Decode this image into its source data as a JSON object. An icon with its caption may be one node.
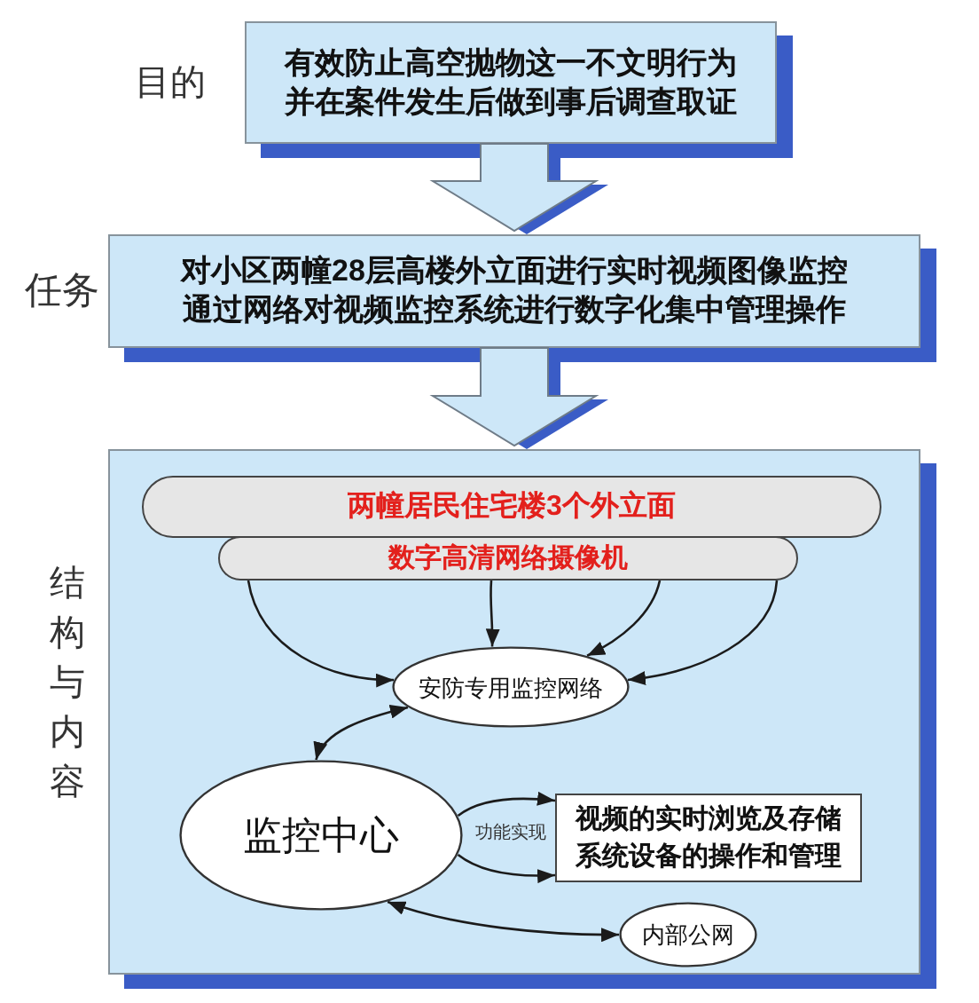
{
  "diagram": {
    "nodes": [
      {
        "text": [
          "目的",
          "有效防止高空抛物这一不文明行为并在案件发生后做到事后调查取证"
        ]
      },
      {
        "text": [
          "任务",
          "对小区两幢28层高楼外立面进行实时视频图像监控通过网络对视频监控系统进行数字化集中管理操作"
        ]
      },
      {
        "text": [
          "结构与内容"
        ]
      },
      {
        "text": [
          "两幢居民住宅楼3个外立面"
        ],
        "in": 2
      },
      {
        "text": [
          "数字高清网络摄像机"
        ],
        "in": 2
      },
      {
        "text": [
          "安防专用监控网络"
        ],
        "in": 2
      },
      {
        "text": [
          "监控中心"
        ],
        "in": 2
      },
      {
        "text": [
          "视频的实时浏览及存储系统设备的操作和管理"
        ],
        "in": 2
      },
      {
        "text": [
          "内部公网"
        ],
        "in": 2
      }
    ],
    "edges": [
      {
        "from": 0,
        "to": 1,
        "arrow": "to",
        "style": "thick"
      },
      {
        "from": 1,
        "to": 2,
        "arrow": "to",
        "style": "thick"
      },
      {
        "from": 4,
        "to": 5,
        "arrow": "to"
      },
      {
        "from": 4,
        "to": 5,
        "arrow": "to"
      },
      {
        "from": 4,
        "to": 5,
        "arrow": "to"
      },
      {
        "from": 4,
        "to": 5,
        "arrow": "to"
      },
      {
        "from": 5,
        "to": 6,
        "arrow": "both"
      },
      {
        "from": 6,
        "to": 7,
        "arrow": "to"
      },
      {
        "from": 6,
        "to": 7,
        "arrow": "to"
      },
      {
        "from": 6,
        "to": 8,
        "arrow": "both"
      }
    ],
    "labels": [
      "功能实现"
    ]
  }
}
